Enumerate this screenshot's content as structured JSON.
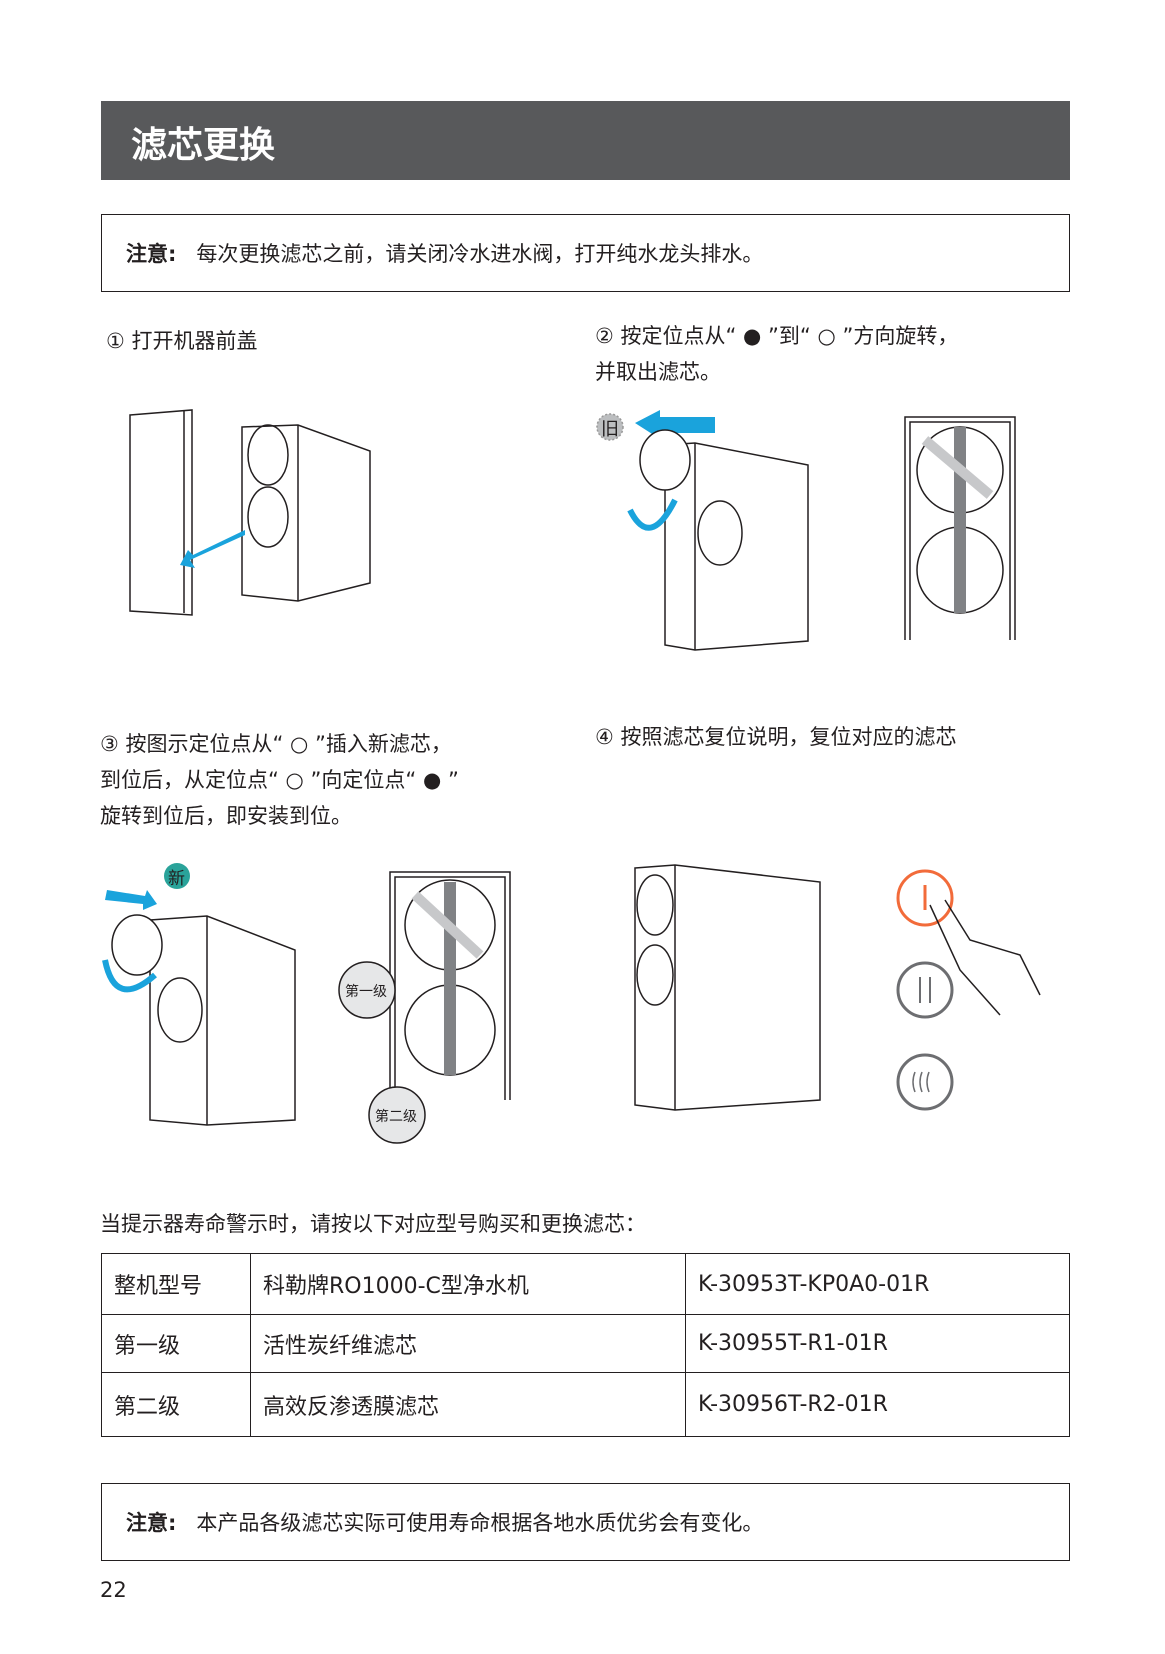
{
  "header": {
    "title": "滤芯更换"
  },
  "notice_top": {
    "label": "注意:",
    "text": "每次更换滤芯之前，请关闭冷水进水阀，打开纯水龙头排水。"
  },
  "steps": [
    {
      "text": "① 打开机器前盖"
    },
    {
      "line1": "② 按定位点从“ ● ”到“ ○ ”方向旋转，",
      "line2": "并取出滤芯。",
      "badge": "旧"
    },
    {
      "line1": "③ 按图示定位点从“ ○ ”插入新滤芯，",
      "line2": "到位后，从定位点“ ○ ”向定位点“ ● ”",
      "line3": "旋转到位后，即安装到位。",
      "badge": "新",
      "callout1": "第一级",
      "callout2": "第二级"
    },
    {
      "text": "④ 按照滤芯复位说明，复位对应的滤芯"
    }
  ],
  "table_intro": "当提示器寿命警示时，请按以下对应型号购买和更换滤芯：",
  "table": {
    "rows": [
      [
        "整机型号",
        "科勒牌RO1000-C型净水机",
        "K-30953T-KP0A0-01R"
      ],
      [
        "第一级",
        "活性炭纤维滤芯",
        "K-30955T-R1-01R"
      ],
      [
        "第二级",
        "高效反渗透膜滤芯",
        "K-30956T-R2-01R"
      ]
    ]
  },
  "notice_bottom": {
    "label": "注意:",
    "text": "本产品各级滤芯实际可使用寿命根据各地水质优劣会有变化。"
  },
  "page_number": "22",
  "colors": {
    "header": "#58595b",
    "arrow": "#1aa3dc",
    "accent": "#f26b3a",
    "teal": "#2aa39a"
  }
}
